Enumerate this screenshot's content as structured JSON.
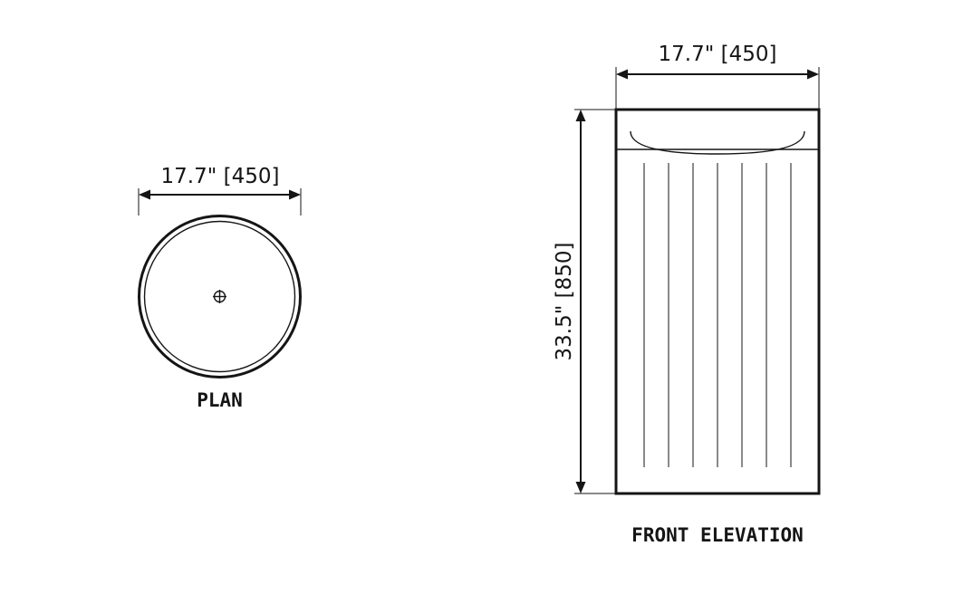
{
  "plan": {
    "width_dimension": "17.7\"  [450]",
    "label": "PLAN",
    "center_mark_icon": "center-crosshair-icon"
  },
  "front_elevation": {
    "width_dimension": "17.7\"  [450]",
    "height_dimension": "33.5\"  [850]",
    "label": "FRONT ELEVATION",
    "slat_count": 7
  },
  "colors": {
    "line": "#151515",
    "background": "#ffffff"
  }
}
